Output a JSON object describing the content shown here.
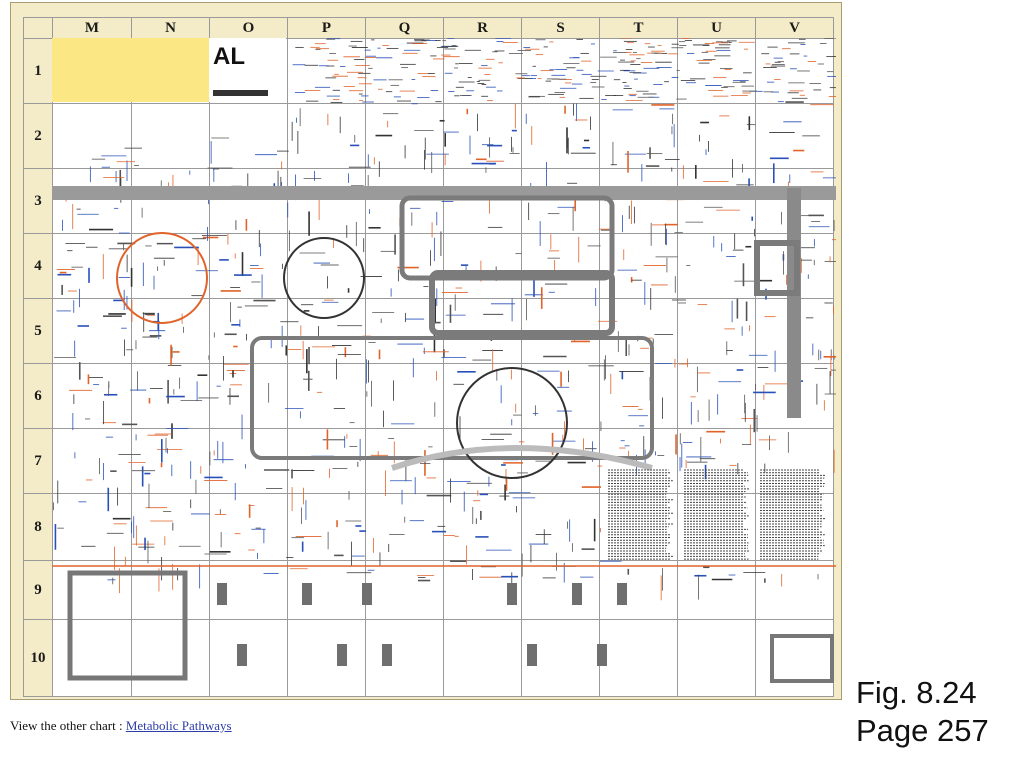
{
  "columns": [
    "M",
    "N",
    "O",
    "P",
    "Q",
    "R",
    "S",
    "T",
    "U",
    "V"
  ],
  "rows": [
    "1",
    "2",
    "3",
    "4",
    "5",
    "6",
    "7",
    "8",
    "9",
    "10"
  ],
  "map_title_fragment": "AL",
  "colors": {
    "frame": "#f4ecc8",
    "highlight": "#fbe783",
    "pathway_orange": "#e0632a",
    "pathway_blue": "#2850b8",
    "channel_gray": "#7b7b7b",
    "link": "#2c3ca8"
  },
  "caption": {
    "prefix": "View the other chart : ",
    "link": "Metabolic Pathways"
  },
  "figure": {
    "label": "Fig. 8.24",
    "page": "Page 257"
  }
}
